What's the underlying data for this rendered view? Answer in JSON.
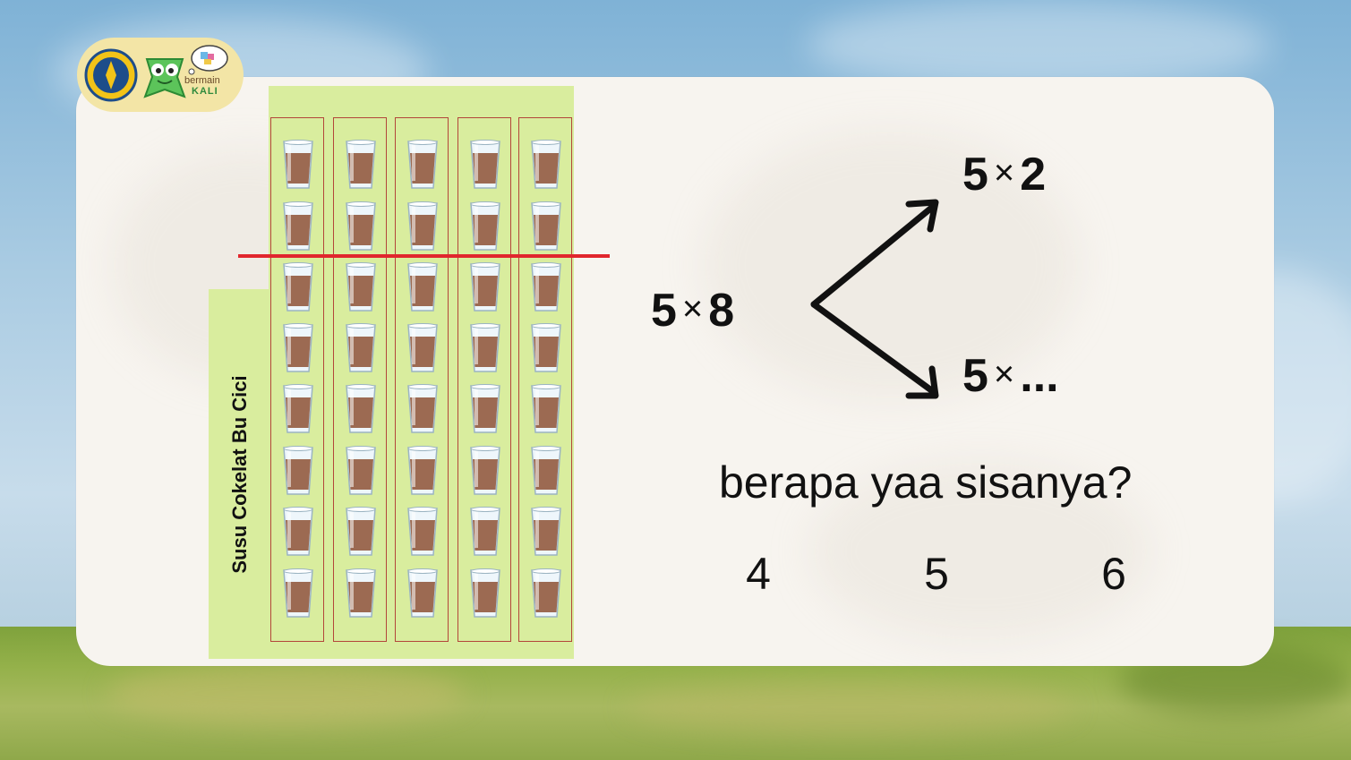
{
  "logo": {
    "brand_line1": "bermain",
    "brand_line2": "KALI"
  },
  "side_label": "Susu Cokelat Bu Cici",
  "glasses": {
    "columns": 5,
    "rows": 8,
    "cut_after_row": 2
  },
  "equation": {
    "main_left": "5",
    "main_right": "8",
    "top_left": "5",
    "top_right": "2",
    "bottom_left": "5",
    "bottom_right": "...",
    "operator": "×"
  },
  "question": "berapa yaa sisanya?",
  "options": [
    "4",
    "5",
    "6"
  ],
  "colors": {
    "tray": "#d9ed9e",
    "column_border": "#b3463a",
    "cut_line": "#e1262d",
    "milk": "#9c6a52"
  }
}
